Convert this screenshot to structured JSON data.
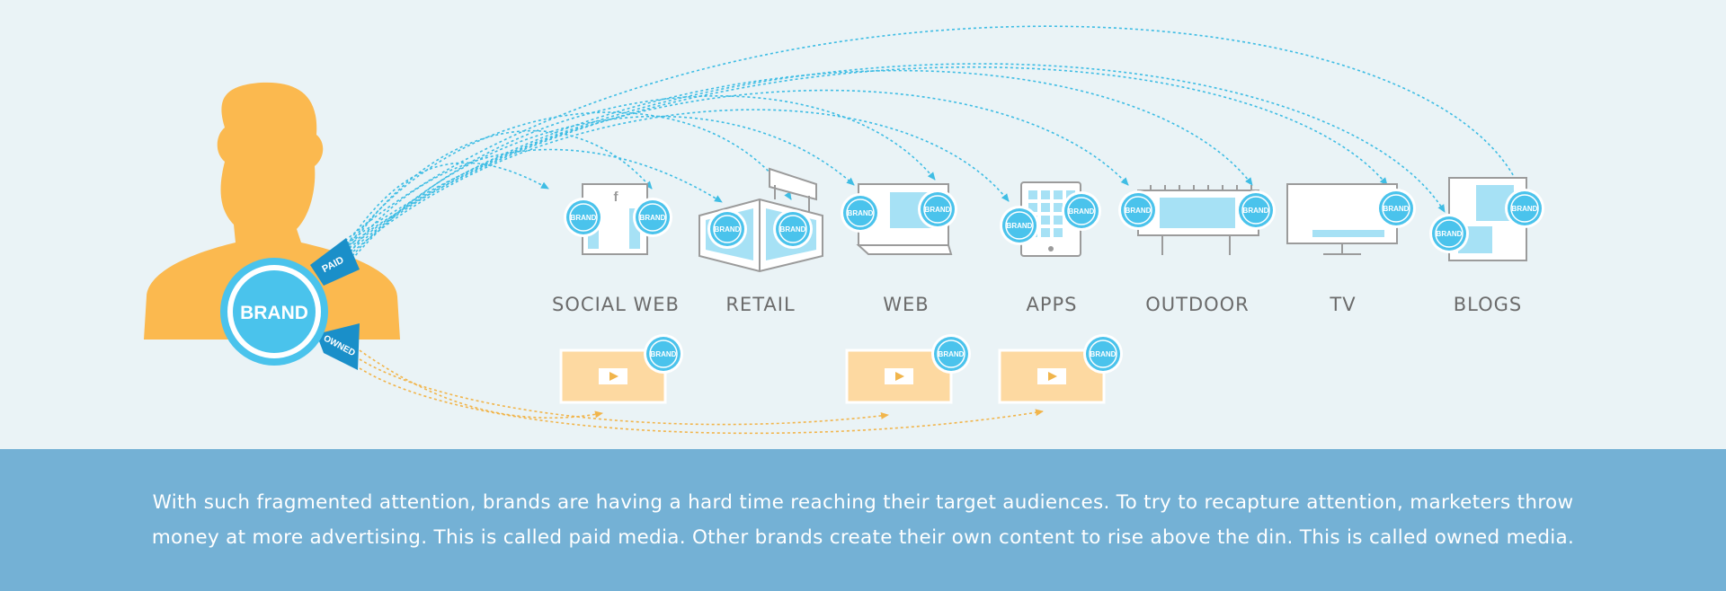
{
  "brand_label": "BRAND",
  "tabs": {
    "paid": "PAID",
    "owned": "OWNED"
  },
  "channels": [
    {
      "id": "social-web",
      "label": "SOCIAL WEB",
      "glyph": "f"
    },
    {
      "id": "retail",
      "label": "RETAIL"
    },
    {
      "id": "web",
      "label": "WEB"
    },
    {
      "id": "apps",
      "label": "APPS"
    },
    {
      "id": "outdoor",
      "label": "OUTDOOR"
    },
    {
      "id": "tv",
      "label": "TV"
    },
    {
      "id": "blogs",
      "label": "BLOGS"
    }
  ],
  "footer": {
    "line1": "With such fragmented attention, brands are having a hard time reaching their target audiences. To try to recapture attention, marketers throw",
    "line2": "money at more advertising.  This is called paid media.  Other brands create their own content to rise above the din. This is called owned media."
  },
  "colors": {
    "background": "#eaf3f6",
    "silhouette": "#fbb94f",
    "brand_blue": "#4ac3ec",
    "tab_blue": "#1a8fc9",
    "paid_arrows": "#3fbde4",
    "owned_arrows": "#f1b54c",
    "footer": "#74b1d5",
    "device_stroke": "#9b9b9b",
    "device_fill": "#a6e1f5",
    "video_fill": "#fdd9a1"
  }
}
